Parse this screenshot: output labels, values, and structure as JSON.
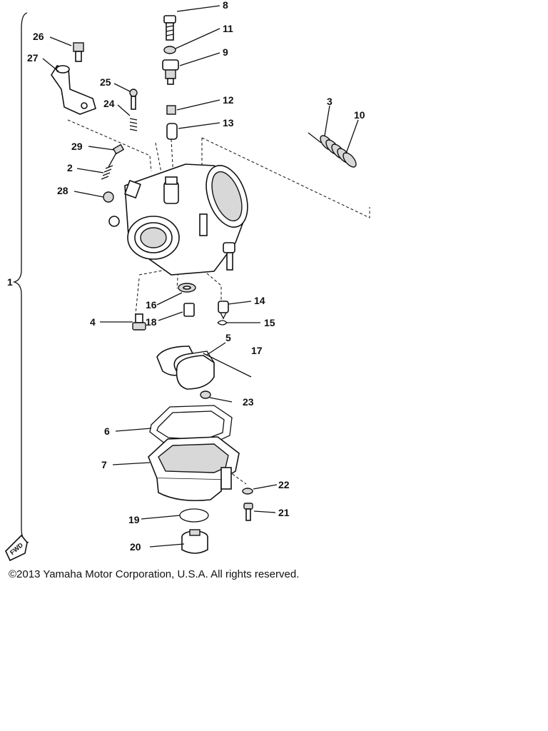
{
  "diagram": {
    "labels": [
      "8",
      "11",
      "9",
      "12",
      "13",
      "26",
      "27",
      "25",
      "24",
      "3",
      "10",
      "29",
      "2",
      "28",
      "1",
      "16",
      "14",
      "4",
      "18",
      "15",
      "5",
      "17",
      "23",
      "6",
      "7",
      "22",
      "21",
      "19",
      "20"
    ],
    "fwd_label": "FWD"
  },
  "footer": {
    "copyright": "©2013 Yamaha Motor Corporation, U.S.A. All rights reserved."
  }
}
